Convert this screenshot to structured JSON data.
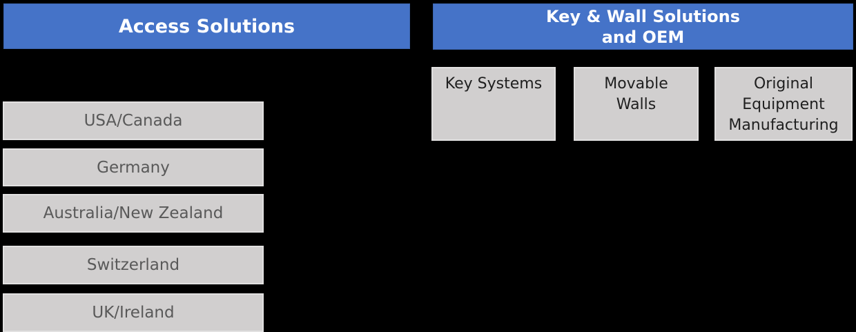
{
  "colors": {
    "background": "#000000",
    "header_bg": "#4573C8",
    "header_border": "#3D66AF",
    "header_text": "#FFFFFF",
    "box_bg": "#D1CFCF",
    "box_border": "#E2E1E1",
    "region_text": "#595959",
    "unit_text": "#1F1F1F"
  },
  "access_solutions": {
    "header": "Access Solutions",
    "regions": [
      "USA/Canada",
      "Germany",
      "Australia/New Zealand",
      "Switzerland",
      "UK/Ireland"
    ]
  },
  "key_wall_oem": {
    "header": "Key & Wall Solutions\nand OEM",
    "units": [
      "Key Systems",
      "Movable\nWalls",
      "Original\nEquipment\nManufacturing"
    ]
  }
}
